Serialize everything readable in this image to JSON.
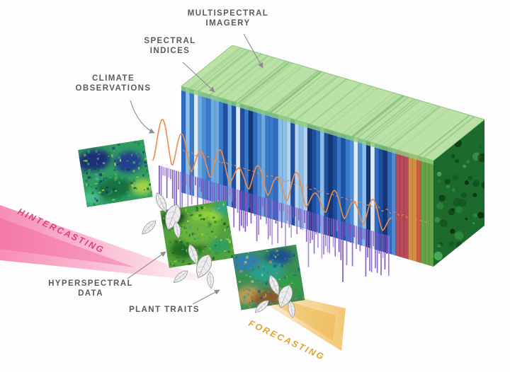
{
  "labels": {
    "multispectral_line1": "MULTISPECTRAL",
    "multispectral_line2": "IMAGERY",
    "spectral_line1": "SPECTRAL",
    "spectral_line2": "INDICES",
    "climate_line1": "CLIMATE",
    "climate_line2": "OBSERVATIONS",
    "hyperspectral_line1": "HYPERSPECTRAL",
    "hyperspectral_line2": "DATA",
    "plant_traits": "PLANT TRAITS",
    "hindcasting": "HINTERCASTING",
    "forecasting": "FORECASTING"
  },
  "colors": {
    "label_text": "#5b5b5b",
    "connector": "#8d8d8d",
    "hindcasting_text": "#d8437f",
    "forecasting_text": "#dfa32b",
    "hindcast_band": "#f787b2",
    "hindcast_band_inner": "#f15b96",
    "forecast_band": "#f2c56d",
    "forecast_band_inner": "#eab13f",
    "climate_curve": "#ef8a4a",
    "climate_bars": "#7b51c1",
    "climate_bars_light": "#9a7bd4",
    "cube_top": "#b5e0a0",
    "cube_top_streak": "#5f9e54",
    "end_cap_base": "#1d6b2c",
    "slice_palette_blue": [
      "#2f6bc0",
      "#4e8fd6",
      "#1d4e9e",
      "#71aee3",
      "#15336f",
      "#8fc3ec",
      "#3a7acb",
      "#b9d8f1",
      "#e8f2fa"
    ],
    "slice_palette_warm": [
      "#d85c33",
      "#e0903b",
      "#c2474f",
      "#6aa83f",
      "#3e8fae",
      "#d8b13e",
      "#b23a6e"
    ],
    "end_cap_palette": [
      "#0c3a15",
      "#2e8f3e",
      "#0f5220",
      "#4ab35b",
      "#082910"
    ],
    "tile1_palette": [
      "#1d2f78",
      "#2aa06a",
      "#a6d84e",
      "#176b43",
      "#3fc08f",
      "#123063"
    ],
    "tile2_palette": [
      "#1e5a20",
      "#9fd23a",
      "#3c8f2f",
      "#2aa483",
      "#145a2e",
      "#c8e06a"
    ],
    "tile3_palette": [
      "#2f7fb0",
      "#b8904a",
      "#8a5a2a",
      "#2f9e45",
      "#1f4f8f",
      "#27a08a",
      "#d8c06a"
    ]
  }
}
